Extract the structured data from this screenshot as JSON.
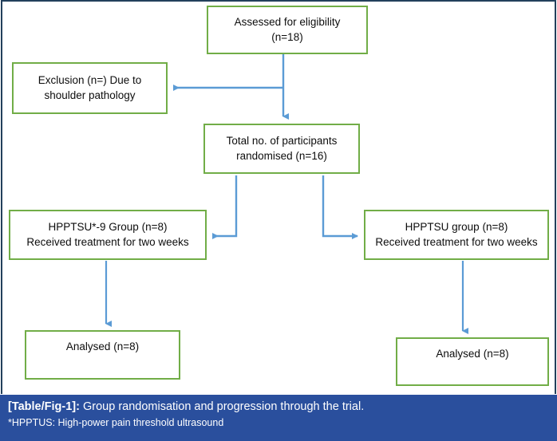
{
  "figure": {
    "colors": {
      "node_border": "#71AD47",
      "connector": "#5B9BD5",
      "caption_background": "#2A4F9D",
      "caption_text": "#FFFFFF",
      "frame": "#23405C",
      "node_text": "#0D0D0D"
    },
    "nodes": {
      "assessed": "Assessed for eligibility\n(n=18)",
      "exclusion": "Exclusion (n=) Due to shoulder pathology",
      "randomised": "Total no. of participants randomised (n=16)",
      "group_left": "HPPTSU*-9 Group (n=8)\nReceived treatment for two weeks",
      "group_right": "HPPTSU group (n=8)\nReceived treatment for two weeks",
      "analysed_left": "Analysed (n=8)",
      "analysed_right": "Analysed (n=8)"
    },
    "caption": {
      "label": "[Table/Fig-1]:",
      "text": "Group randomisation and progression through the trial.",
      "footnote": "*HPPTUS: High-power pain threshold ultrasound"
    }
  }
}
